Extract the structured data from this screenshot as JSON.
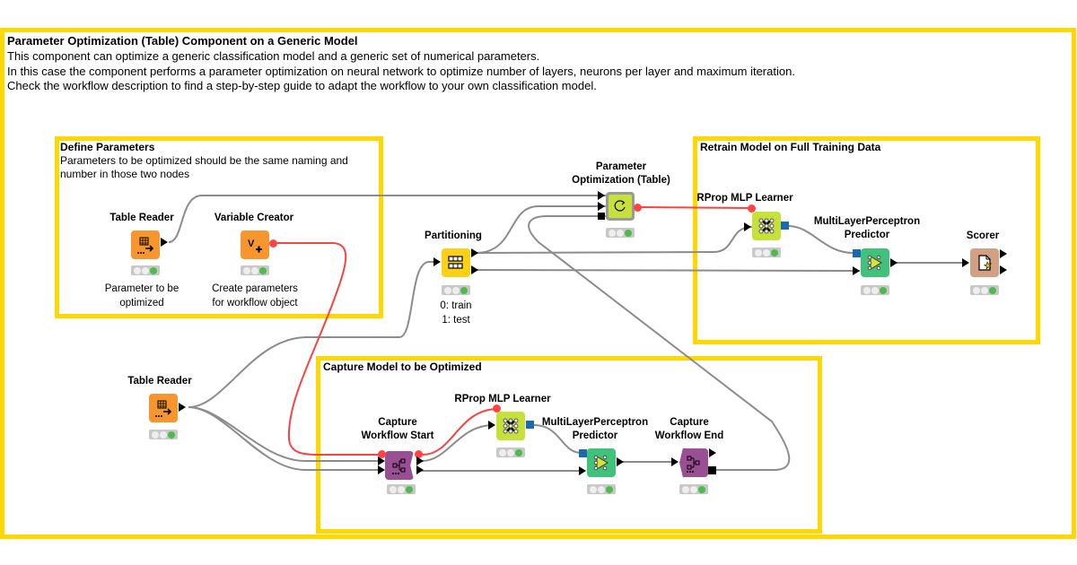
{
  "workflow": {
    "title": "Parameter Optimization (Table) Component on a Generic Model",
    "description": [
      "This component can optimize a generic classification model and a generic set of numerical parameters.",
      "In this case the component performs a parameter optimization on neural network to optimize number of layers, neurons per layer and maximum iteration.",
      "Check the workflow description to find a step-by-step guide to adapt the workflow to your own classification model."
    ]
  },
  "annotations": {
    "define_parameters": {
      "title": "Define Parameters",
      "text": [
        "Parameters to be optimized should be the same naming and",
        "number in those two nodes"
      ]
    },
    "retrain": {
      "title": "Retrain Model on Full Training Data"
    },
    "capture": {
      "title": "Capture Model to be Optimized"
    }
  },
  "colors": {
    "annotation_border": "#FFD800",
    "data_wire": "#8c8c8c",
    "variable_wire": "#f44444",
    "source_node": "#f7962f",
    "manipulator_node": "#fcd015",
    "loop_node": "#c8e03a",
    "learner_node": "#c8e03a",
    "predictor_node": "#41c27a",
    "scorer_node": "#d4a084",
    "capture_node": "#9a4f95",
    "status_ok": "#4cbb4c"
  },
  "nodes": {
    "table_reader_params": {
      "label": "Table Reader",
      "desc": [
        "Parameter to be",
        "optimized"
      ],
      "icon": "table-reader-icon",
      "status": "executed"
    },
    "variable_creator": {
      "label": "Variable Creator",
      "desc": [
        "Create parameters",
        "for workflow object"
      ],
      "icon": "variable-creator-icon",
      "status": "executed"
    },
    "param_opt": {
      "label": [
        "Parameter",
        "Optimization (Table)"
      ],
      "icon": "loop-icon",
      "status": "executed"
    },
    "partitioning": {
      "label": "Partitioning",
      "desc": [
        "0: train",
        "1: test"
      ],
      "icon": "partition-icon",
      "status": "executed"
    },
    "table_reader_data": {
      "label": "Table Reader",
      "icon": "table-reader-icon",
      "status": "executed"
    },
    "rprop_retrain": {
      "label": "RProp MLP Learner",
      "icon": "neural-net-icon",
      "status": "executed"
    },
    "mlp_predictor_retrain": {
      "label": [
        "MultiLayerPerceptron",
        "Predictor"
      ],
      "icon": "predictor-icon",
      "status": "executed"
    },
    "scorer": {
      "label": "Scorer",
      "icon": "scorer-icon",
      "status": "executed"
    },
    "capture_start": {
      "label": [
        "Capture",
        "Workflow Start"
      ],
      "icon": "capture-start-icon",
      "status": "executed"
    },
    "rprop_capture": {
      "label": "RProp MLP Learner",
      "icon": "neural-net-icon",
      "status": "executed"
    },
    "mlp_predictor_capture": {
      "label": [
        "MultiLayerPerceptron",
        "Predictor"
      ],
      "icon": "predictor-icon",
      "status": "executed"
    },
    "capture_end": {
      "label": [
        "Capture",
        "Workflow End"
      ],
      "icon": "capture-end-icon",
      "status": "executed"
    }
  }
}
